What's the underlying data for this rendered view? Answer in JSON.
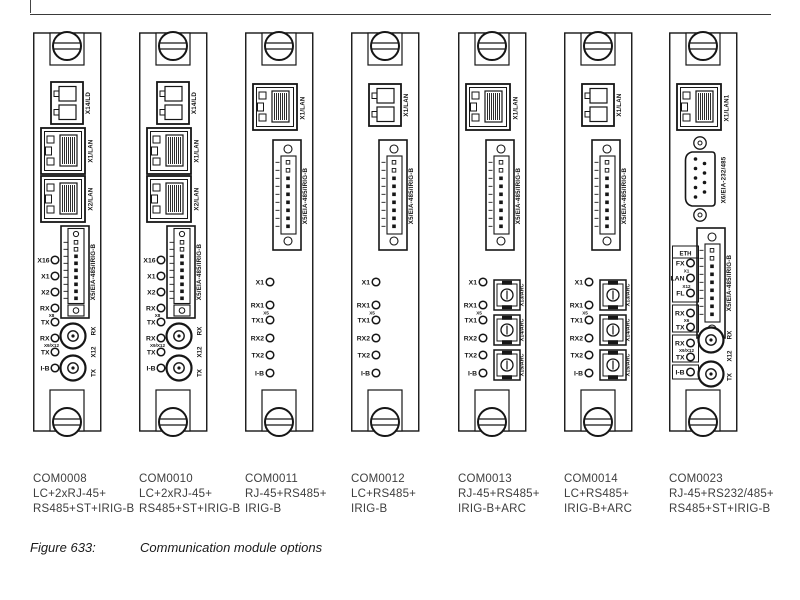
{
  "figure": {
    "number": "Figure 633:",
    "title": "Communication module options"
  },
  "modules": [
    {
      "name": "COM0008",
      "desc1": "LC+2xRJ-45+",
      "desc2": "RS485+ST+IRIG-B",
      "labels": {
        "ld": "X14/LD",
        "lan1": "X1/LAN",
        "lan2": "X2/LAN",
        "serial": "X5/EIA-485/IRIG-B",
        "led_x16": "X16",
        "led_x1": "X1",
        "led_x2": "X2",
        "led_rx1": "RX",
        "led_rx1_sub": "X8",
        "led_tx1": "TX",
        "led_rx2": "RX",
        "led_rx2_sub": "X9/X12",
        "led_tx2": "TX",
        "led_ib": "I-B",
        "fiber_rx": "RX",
        "fiber_x": "X12",
        "fiber_tx": "TX"
      }
    },
    {
      "name": "COM0010",
      "desc1": "LC+2xRJ-45+",
      "desc2": "RS485+ST+IRIG-B",
      "labels": {
        "ld": "X14/LD",
        "lan1": "X1/LAN",
        "lan2": "X2/LAN",
        "serial": "X5/EIA-485/IRIG-B",
        "led_x16": "X16",
        "led_x1": "X1",
        "led_x2": "X2",
        "led_rx1": "RX",
        "led_rx1_sub": "X8",
        "led_tx1": "TX",
        "led_rx2": "RX",
        "led_rx2_sub": "X9/X12",
        "led_tx2": "TX",
        "led_ib": "I-B",
        "fiber_rx": "RX",
        "fiber_x": "X12",
        "fiber_tx": "TX"
      }
    },
    {
      "name": "COM0011",
      "desc1": "RJ-45+RS485+",
      "desc2": "IRIG-B",
      "labels": {
        "lan1": "X1/LAN",
        "serial": "X5/EIA-485/IRIG-B",
        "led_x1": "X1",
        "led_rx1": "RX1",
        "led_rx1_sub": "X5",
        "led_tx1": "TX1",
        "led_rx2": "RX2",
        "led_tx2": "TX2",
        "led_ib": "I-B"
      }
    },
    {
      "name": "COM0012",
      "desc1": "LC+RS485+",
      "desc2": "IRIG-B",
      "labels": {
        "lan1": "X1/LAN",
        "serial": "X5/EIA-485/IRIG-B",
        "led_x1": "X1",
        "led_rx1": "RX1",
        "led_rx1_sub": "X5",
        "led_tx1": "TX1",
        "led_rx2": "RX2",
        "led_tx2": "TX2",
        "led_ib": "I-B"
      }
    },
    {
      "name": "COM0013",
      "desc1": "RJ-45+RS485+",
      "desc2": "IRIG-B+ARC",
      "labels": {
        "lan1": "X1/LAN",
        "serial": "X5/EIA-485/IRIG-B",
        "led_x1": "X1",
        "led_rx1": "RX1",
        "led_rx1_sub": "X5",
        "led_tx1": "TX1",
        "led_rx2": "RX2",
        "led_tx2": "TX2",
        "led_ib": "I-B",
        "arc1": "X13/ARC",
        "arc2": "X14/ARC",
        "arc3": "X15/ARC"
      }
    },
    {
      "name": "COM0014",
      "desc1": "LC+RS485+",
      "desc2": "IRIG-B+ARC",
      "labels": {
        "lan1": "X1/LAN",
        "serial": "X5/EIA-485/IRIG-B",
        "led_x1": "X1",
        "led_rx1": "RX1",
        "led_rx1_sub": "X5",
        "led_tx1": "TX1",
        "led_rx2": "RX2",
        "led_tx2": "TX2",
        "led_ib": "I-B",
        "arc1": "X13/ARC",
        "arc2": "X14/ARC",
        "arc3": "X15/ARC"
      }
    },
    {
      "name": "COM0023",
      "desc1": "RJ-45+RS232/485+",
      "desc2": "RS485+ST+IRIG-B",
      "labels": {
        "lan1": "X1/LAN1",
        "db9": "X6/EIA-232/485",
        "serial": "X5/EIA-485/IRIG-B",
        "eth": "ETH",
        "led_fx": "FX",
        "led_fx_sub": "X1",
        "led_lan": "LAN",
        "led_lan_sub": "X12",
        "led_fl": "FL",
        "led_rx1": "RX",
        "led_rx1_sub": "X6",
        "led_tx1": "TX",
        "led_rx2": "RX",
        "led_rx2_sub": "X9/X12",
        "led_tx2": "TX",
        "led_ib": "I-B",
        "fiber_rx": "RX",
        "fiber_x": "X12",
        "fiber_tx": "TX"
      }
    }
  ]
}
